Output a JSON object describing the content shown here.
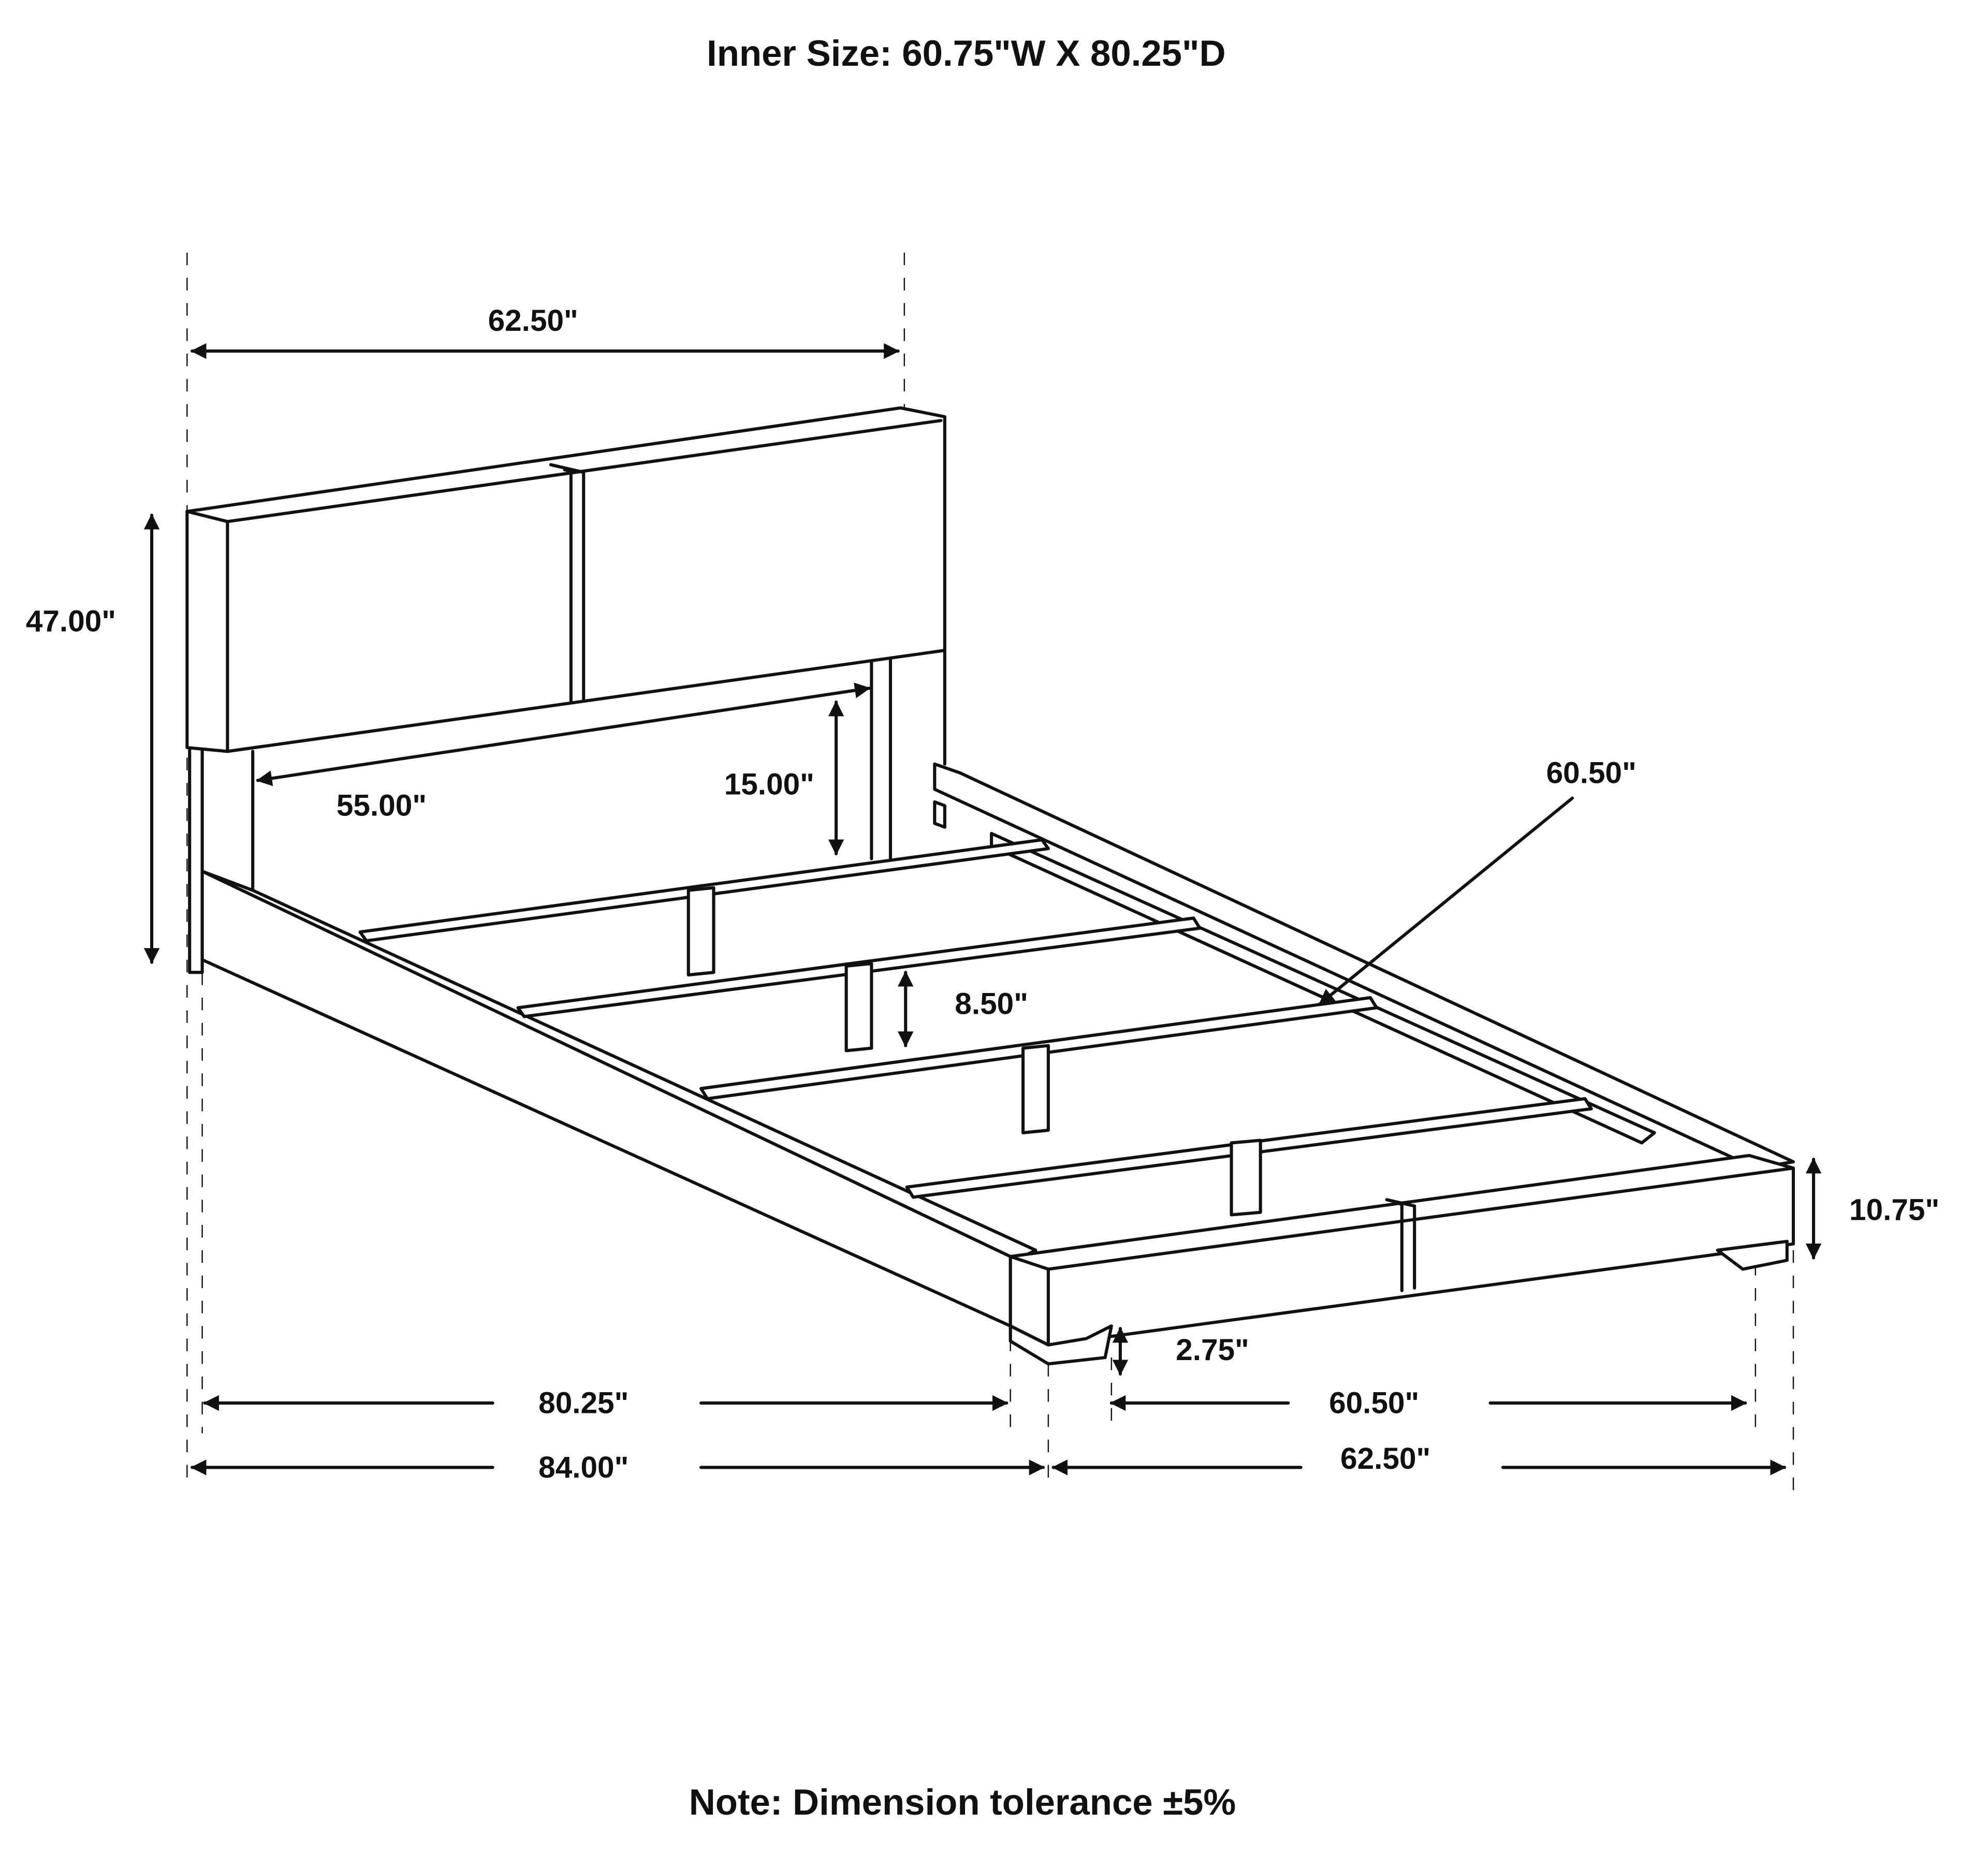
{
  "header": {
    "inner_size": "Inner Size: 60.75\"W X 80.25\"D"
  },
  "dimensions": {
    "headboard_width": "62.50\"",
    "headboard_height": "47.00\"",
    "headboard_inner_width": "55.00\"",
    "headboard_clearance": "15.00\"",
    "slat_length": "60.50\"",
    "slat_support_height": "8.50\"",
    "footboard_height": "10.75\"",
    "leg_height": "2.75\"",
    "inner_length": "80.25\"",
    "overall_length": "84.00\"",
    "inner_width": "60.50\"",
    "overall_width": "62.50\""
  },
  "footer": {
    "note": "Note: Dimension tolerance ±5%"
  }
}
